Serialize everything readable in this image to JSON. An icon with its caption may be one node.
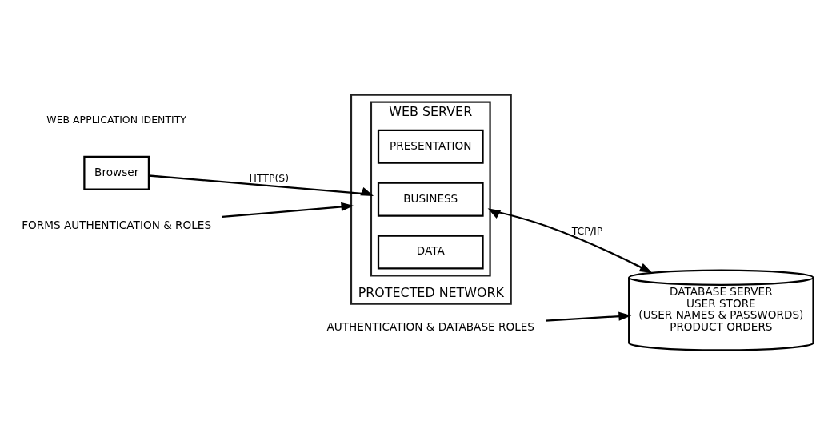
{
  "diagram": {
    "nodes": [
      {
        "text": [
          "Browser"
        ]
      },
      {
        "text": [
          "PROTECTED NETWORK"
        ]
      },
      {
        "text": [
          "WEB SERVER"
        ],
        "in": 1
      },
      {
        "text": [
          "PRESENTATION"
        ],
        "in": 2
      },
      {
        "text": [
          "BUSINESS"
        ],
        "in": 2
      },
      {
        "text": [
          "DATA"
        ],
        "in": 2
      },
      {
        "text": [
          "DATABASE SERVER",
          "USER STORE",
          "(USER NAMES & PASSWORDS)",
          "PRODUCT ORDERS"
        ]
      },
      {
        "text": [
          "FORMS AUTHENTICATION & ROLES"
        ]
      },
      {
        "text": [
          "AUTHENTICATION & DATABASE ROLES"
        ]
      }
    ],
    "edges": [
      {
        "from": 0,
        "to": 2,
        "arrow": "to",
        "label": "HTTP(S)"
      },
      {
        "from": 2,
        "to": 6,
        "arrow": "both",
        "label": "TCP/IP"
      },
      {
        "from": 7,
        "to": 1,
        "arrow": "to"
      },
      {
        "from": 8,
        "to": 6,
        "arrow": "to"
      }
    ],
    "labels": [
      "WEB APPLICATION IDENTITY"
    ]
  }
}
